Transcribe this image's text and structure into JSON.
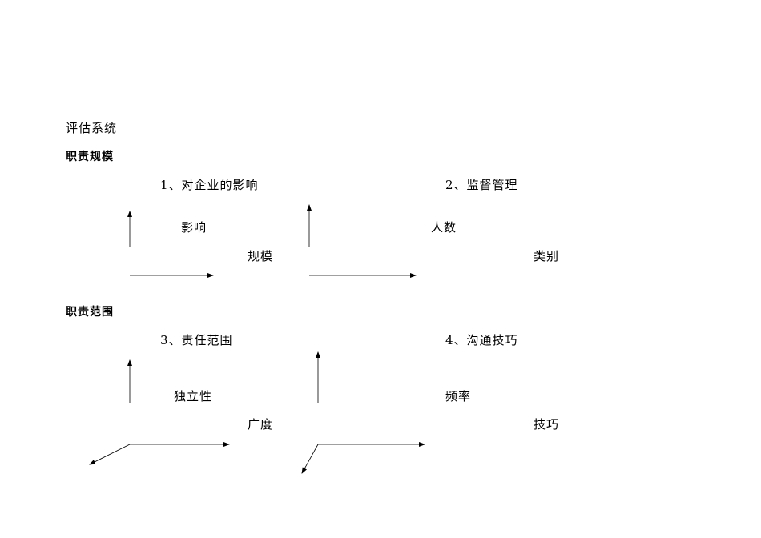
{
  "heading": "评估系统",
  "section1": {
    "title": "职责规模",
    "left": {
      "label": "1、对企业的影响",
      "y_axis": "影响",
      "x_axis": "规模"
    },
    "right": {
      "label": "2、监督管理",
      "y_axis": "人数",
      "x_axis": "类别"
    }
  },
  "section2": {
    "title": "职责范围",
    "left": {
      "label": "3、责任范围",
      "y_axis": "独立性",
      "x_axis": "广度"
    },
    "right": {
      "label": "4、沟通技巧",
      "y_axis": "频率",
      "x_axis": "技巧"
    }
  }
}
